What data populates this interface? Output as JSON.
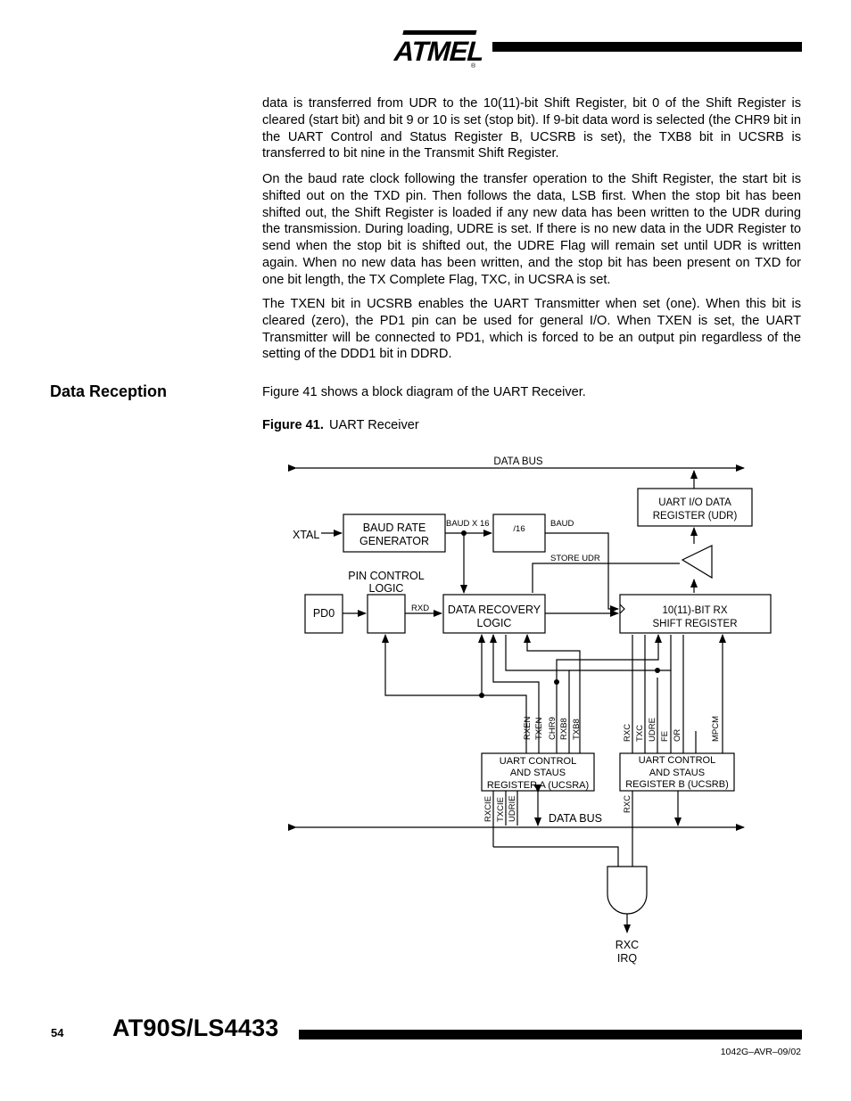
{
  "header": {
    "logo_text": "ATMEL",
    "registered_mark": "®"
  },
  "body": {
    "paragraphs": [
      "data is transferred from UDR to the 10(11)-bit Shift Register, bit 0 of the Shift Register is cleared (start bit) and bit 9 or 10 is set (stop bit). If 9-bit data word is selected (the CHR9 bit in the UART Control and Status Register B, UCSRB is set), the TXB8 bit in UCSRB is transferred to bit nine in the Transmit Shift Register.",
      "On the baud rate clock following the transfer operation to the Shift Register, the start bit is shifted out on the TXD pin. Then follows the data, LSB first. When the stop bit has been shifted out, the Shift Register is loaded if any new data has been written to the UDR during the transmission. During loading, UDRE is set. If there is no new data in the UDR Register to send when the stop bit is shifted out, the UDRE Flag will remain set until UDR is written again. When no new data has been written, and the stop bit has been present on TXD for one bit length, the TX Complete Flag, TXC, in UCSRA is set.",
      "The TXEN bit in UCSRB enables the UART Transmitter when set (one). When this bit is cleared (zero), the PD1 pin can be used for general I/O. When TXEN is set, the UART Transmitter will be connected to PD1, which is forced to be an output pin regardless of the setting of the DDD1 bit in DDRD."
    ],
    "section_heading": "Data Reception",
    "intro": "Figure 41 shows a block diagram of the UART Receiver.",
    "figure_label": "Figure 41.",
    "figure_title": "UART Receiver"
  },
  "diagram": {
    "data_bus_top": "DATA BUS",
    "data_bus_bottom": "DATA BUS",
    "udr_line1": "UART I/O DATA",
    "udr_line2": "REGISTER (UDR)",
    "xtal": "XTAL",
    "baud_gen_line1": "BAUD RATE",
    "baud_gen_line2": "GENERATOR",
    "baud_x16": "BAUD X 16",
    "div16": "/16",
    "baud": "BAUD",
    "store_udr": "STORE UDR",
    "pin_control_line1": "PIN CONTROL",
    "pin_control_line2": "LOGIC",
    "pd0": "PD0",
    "rxd": "RXD",
    "drl_line1": "DATA RECOVERY",
    "drl_line2": "LOGIC",
    "shift_line1": "10(11)-BIT RX",
    "shift_line2": "SHIFT REGISTER",
    "reg_a_line1": "UART CONTROL",
    "reg_a_line2": "AND STAUS",
    "reg_a_line3": "REGISTER A (UCSRA)",
    "reg_b_line1": "UART CONTROL",
    "reg_b_line2": "AND STAUS",
    "reg_b_line3": "REGISTER B (UCSRB)",
    "sig_rxen": "RXEN",
    "sig_txen": "TXEN",
    "sig_chr9": "CHR9",
    "sig_rxb8": "RXB8",
    "sig_txb8": "TXB8",
    "sig_rxc": "RXC",
    "sig_txc": "TXC",
    "sig_udre": "UDRE",
    "sig_fe": "FE",
    "sig_or": "OR",
    "sig_mpcm": "MPCM",
    "sig_rxcie": "RXCIE",
    "sig_txcie": "TXCIE",
    "sig_udrie": "UDRIE",
    "sig_rxc_low": "RXC",
    "irq_line1": "RXC",
    "irq_line2": "IRQ"
  },
  "footer": {
    "page_number": "54",
    "title": "AT90S/LS4433",
    "doc_code": "1042G–AVR–09/02"
  }
}
